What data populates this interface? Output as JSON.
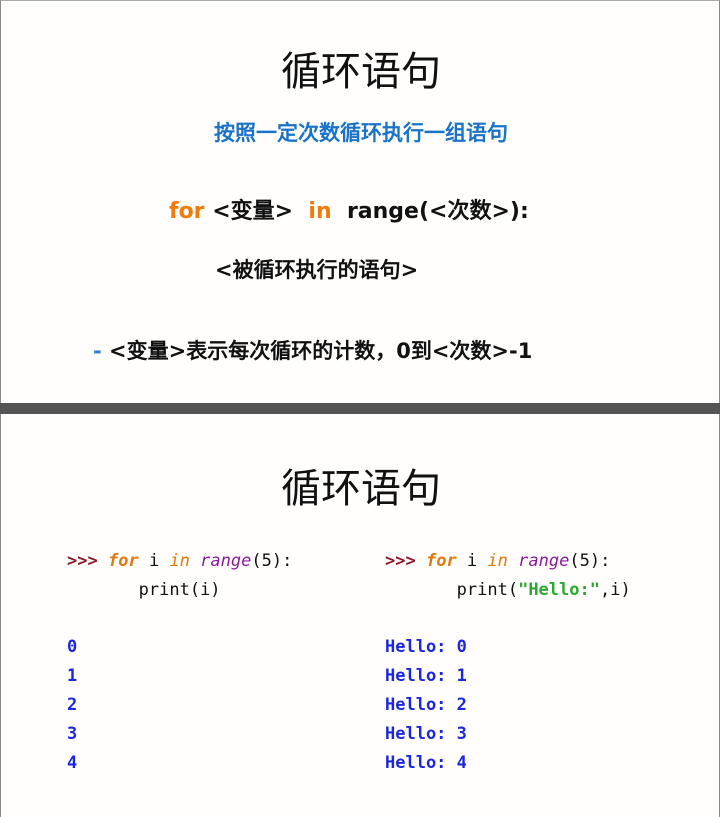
{
  "slide1": {
    "title": "循环语句",
    "subtitle": "按照一定次数循环执行一组语句",
    "syntax": {
      "for_kw": "for",
      "var": "<变量>",
      "in_kw": "in",
      "range": "range(<次数>):"
    },
    "body_line": "<被循环执行的语句>",
    "note_bullet": "-",
    "note": "<变量>表示每次循环的计数，0到<次数>-1"
  },
  "slide2": {
    "title": "循环语句",
    "left_code": {
      "prompt": ">>>",
      "for_kw": "for",
      "var": "i",
      "in_kw": "in",
      "range_fn": "range",
      "range_args": "(5):",
      "print_line": "print(i)",
      "output": [
        "0",
        "1",
        "2",
        "3",
        "4"
      ]
    },
    "right_code": {
      "prompt": ">>>",
      "for_kw": "for",
      "var": "i",
      "in_kw": "in",
      "range_fn": "range",
      "range_args": "(5):",
      "print_open": "print(",
      "print_str": "\"Hello:\"",
      "print_close": ",i)",
      "output": [
        "Hello: 0",
        "Hello: 1",
        "Hello: 2",
        "Hello: 3",
        "Hello: 4"
      ]
    }
  },
  "colors": {
    "subtitle_blue": "#1a73c8",
    "keyword_orange": "#f07b0a",
    "prompt_red": "#8a1a2a",
    "range_purple": "#8b1a9a",
    "string_green": "#2aa830",
    "output_blue": "#1a26e0"
  }
}
